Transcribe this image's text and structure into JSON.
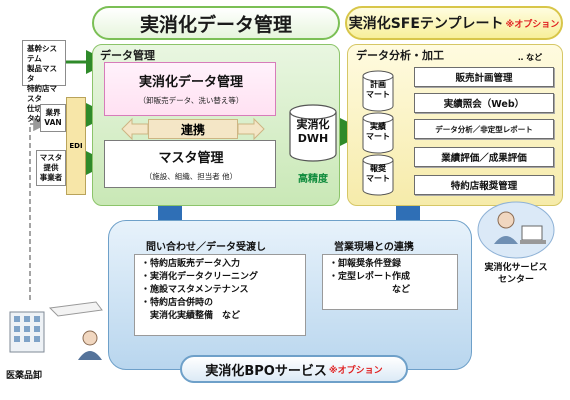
{
  "header": {
    "main_title": "実消化データ管理",
    "sfe_title": "実消化SFEテンプレート",
    "sfe_option": "※オプション"
  },
  "data_mgmt": {
    "label": "データ管理",
    "primary_box": {
      "title": "実消化データ管理",
      "subtitle": "（卸販売データ、洗い替え等）"
    },
    "link_label": "連携",
    "master_box": {
      "title": "マスタ管理",
      "subtitle": "（施設、組織、担当者 他）"
    },
    "dwh": {
      "line1": "実消化",
      "line2": "DWH"
    },
    "precision_label": "高精度"
  },
  "analysis": {
    "label": "データ分析・加工",
    "etc": "‥ など",
    "cylinders": [
      {
        "line1": "計画",
        "line2": "マート"
      },
      {
        "line1": "実績",
        "line2": "マート"
      },
      {
        "line1": "報奨",
        "line2": "マート"
      }
    ],
    "items": [
      "販売計画管理",
      "実績照会（Web）",
      "データ分析／非定型レポート",
      "業績評価／成果評価",
      "特約店報奨管理"
    ]
  },
  "sources": {
    "core_systems": [
      "基幹システム",
      "製品マスタ",
      "特約店マスタ",
      "仕切データなど"
    ],
    "van": [
      "業界",
      "VAN"
    ],
    "master_provider": [
      "マスタ",
      "提供",
      "事業者"
    ],
    "edi": "EDI"
  },
  "bpo": {
    "left_heading": "問い合わせ／データ受渡し",
    "left_items": [
      "・特約店販売データ入力",
      "・実消化データクリーニング",
      "・施設マスタメンテナンス",
      "・特約店合併時の",
      "　実消化実績整備　など"
    ],
    "right_heading": "営業現場との連携",
    "right_items": [
      "・卸報奨条件登録",
      "・定型レポート作成",
      "　　　　　　　など"
    ],
    "title": "実消化BPOサービス",
    "option": "※オプション"
  },
  "service_center": [
    "実消化サービス",
    "センター"
  ],
  "wholesaler_label": "医薬品卸"
}
